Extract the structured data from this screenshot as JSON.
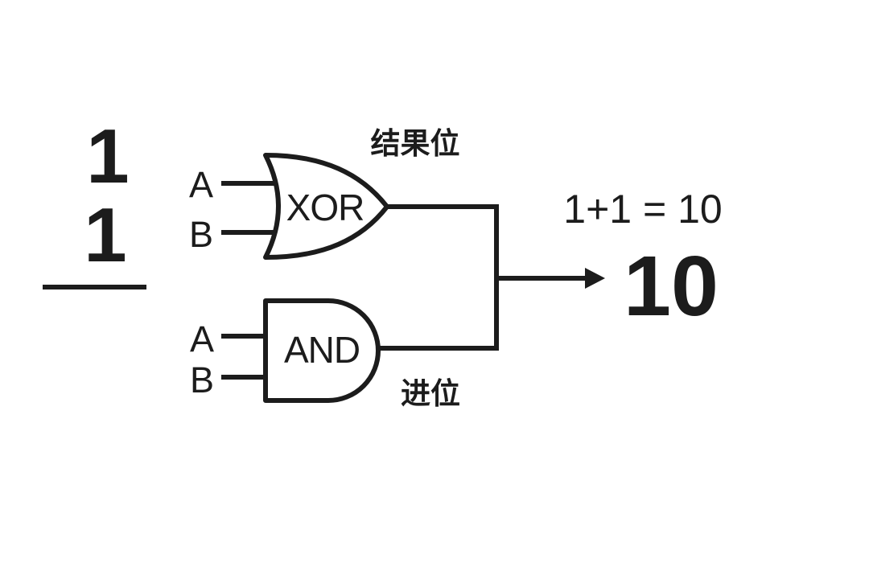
{
  "colors": {
    "ink": "#1c1c1c",
    "background": "#ffffff"
  },
  "addition": {
    "top_digit": "1",
    "bottom_digit": "1"
  },
  "gates": {
    "xor": {
      "label": "XOR",
      "input_a": "A",
      "input_b": "B",
      "annotation": "结果位"
    },
    "and": {
      "label": "AND",
      "input_a": "A",
      "input_b": "B",
      "annotation": "进位"
    }
  },
  "result": {
    "equation": "1+1 = 10",
    "value": "10"
  }
}
